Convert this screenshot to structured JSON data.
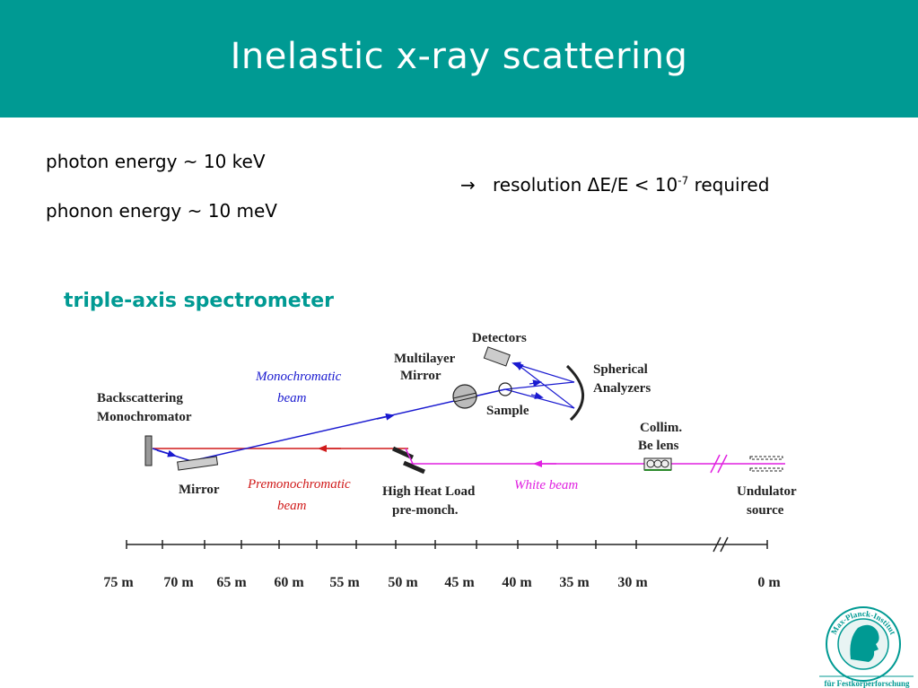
{
  "slide": {
    "title": "Inelastic x-ray scattering",
    "photon_energy": "photon energy  ~ 10 keV",
    "phonon_energy": "phonon energy ~ 10 meV",
    "arrow_symbol": "→",
    "resolution_prefix": "resolution ΔE/E < 10",
    "resolution_exp": "-7",
    "resolution_suffix": " required",
    "subheading": "triple-axis spectrometer"
  },
  "diagram": {
    "labels": {
      "detectors": "Detectors",
      "multilayer_1": "Multilayer",
      "multilayer_2": "Mirror",
      "spherical_1": "Spherical",
      "spherical_2": "Analyzers",
      "sample": "Sample",
      "mono_beam_1": "Monochromatic",
      "mono_beam_2": "beam",
      "backscatter_1": "Backscattering",
      "backscatter_2": "Monochromator",
      "collim_1": "Collim.",
      "collim_2": "Be lens",
      "mirror": "Mirror",
      "premono_1": "Premonochromatic",
      "premono_2": "beam",
      "highheat_1": "High Heat Load",
      "highheat_2": "pre-monch.",
      "white_beam": "White beam",
      "undulator_1": "Undulator",
      "undulator_2": "source"
    },
    "ticks": [
      "75 m",
      "70 m",
      "65 m",
      "60 m",
      "55 m",
      "50 m",
      "45 m",
      "40 m",
      "35 m",
      "30 m",
      "0 m"
    ],
    "colors": {
      "mono": "#1a1ad0",
      "premono": "#d01a1a",
      "white": "#e020e0"
    }
  },
  "logo": {
    "arc_text": "Max-Planck-Institut",
    "caption": "für Festkörperforschung"
  }
}
